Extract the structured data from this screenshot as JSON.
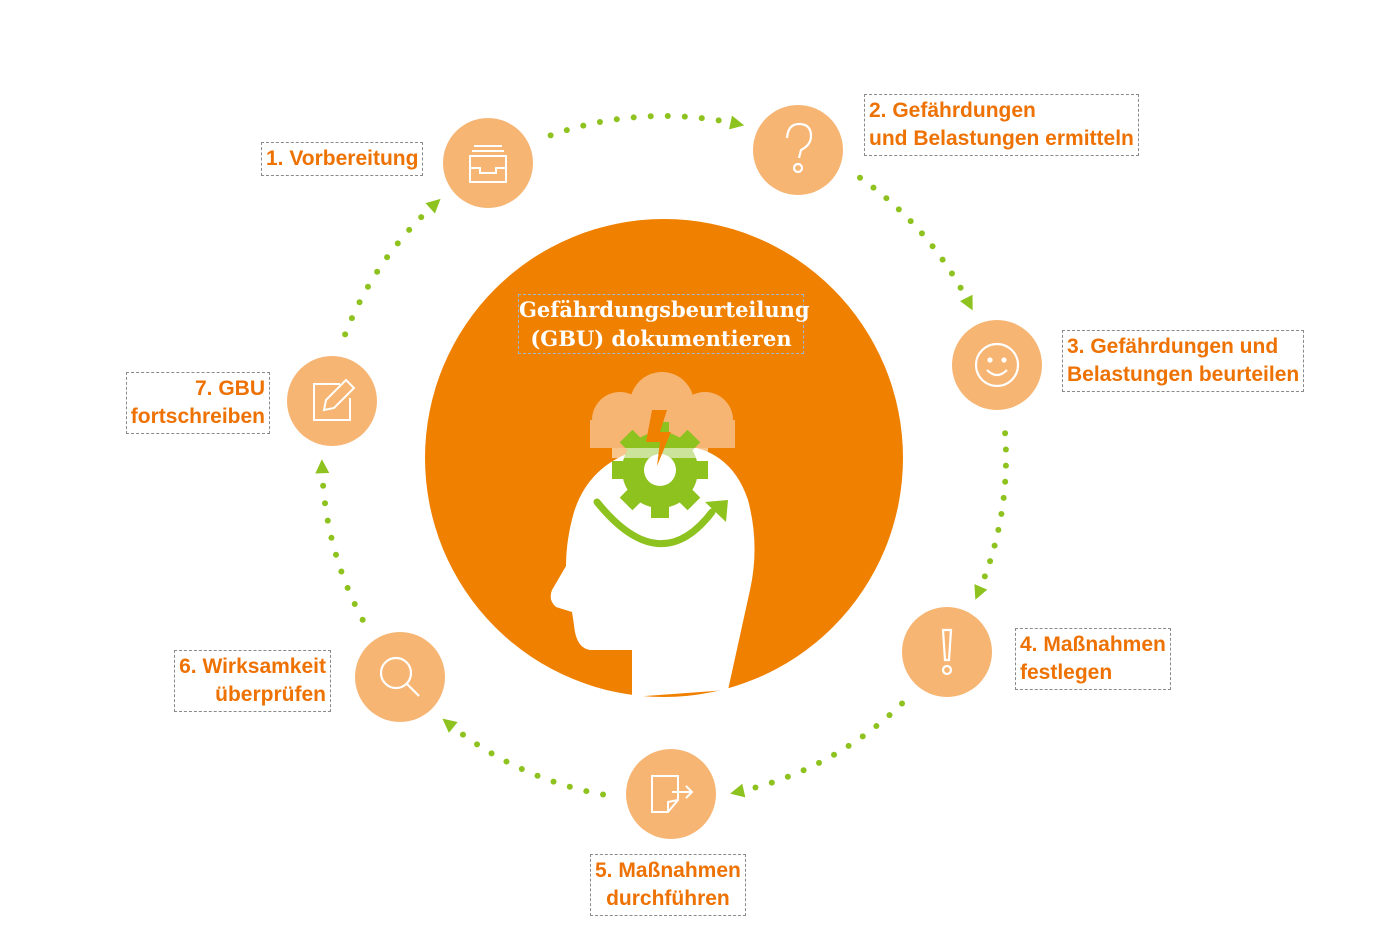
{
  "center": {
    "title_line1": "Gefährdungsbeurteilung",
    "title_line2": "(GBU) dokumentieren"
  },
  "steps": [
    {
      "lines": [
        "1. Vorbereitung"
      ],
      "icon": "inbox-tray-icon"
    },
    {
      "lines": [
        "2. Gefährdungen",
        "und Belastungen ermitteln"
      ],
      "icon": "question-mark-icon"
    },
    {
      "lines": [
        "3. Gefährdungen und",
        "Belastungen beurteilen"
      ],
      "icon": "smiley-icon"
    },
    {
      "lines": [
        "4. Maßnahmen",
        "festlegen"
      ],
      "icon": "exclamation-icon"
    },
    {
      "lines": [
        "5. Maßnahmen",
        "durchführen"
      ],
      "icon": "document-arrow-icon"
    },
    {
      "lines": [
        "6. Wirksamkeit",
        "überprüfen"
      ],
      "icon": "magnifier-icon"
    },
    {
      "lines": [
        "7. GBU",
        "fortschreiben"
      ],
      "icon": "edit-pencil-icon"
    }
  ],
  "colors": {
    "orange": "#F08000",
    "light_orange": "#F7B573",
    "green": "#8DC21F",
    "label_text": "#EE7203"
  }
}
